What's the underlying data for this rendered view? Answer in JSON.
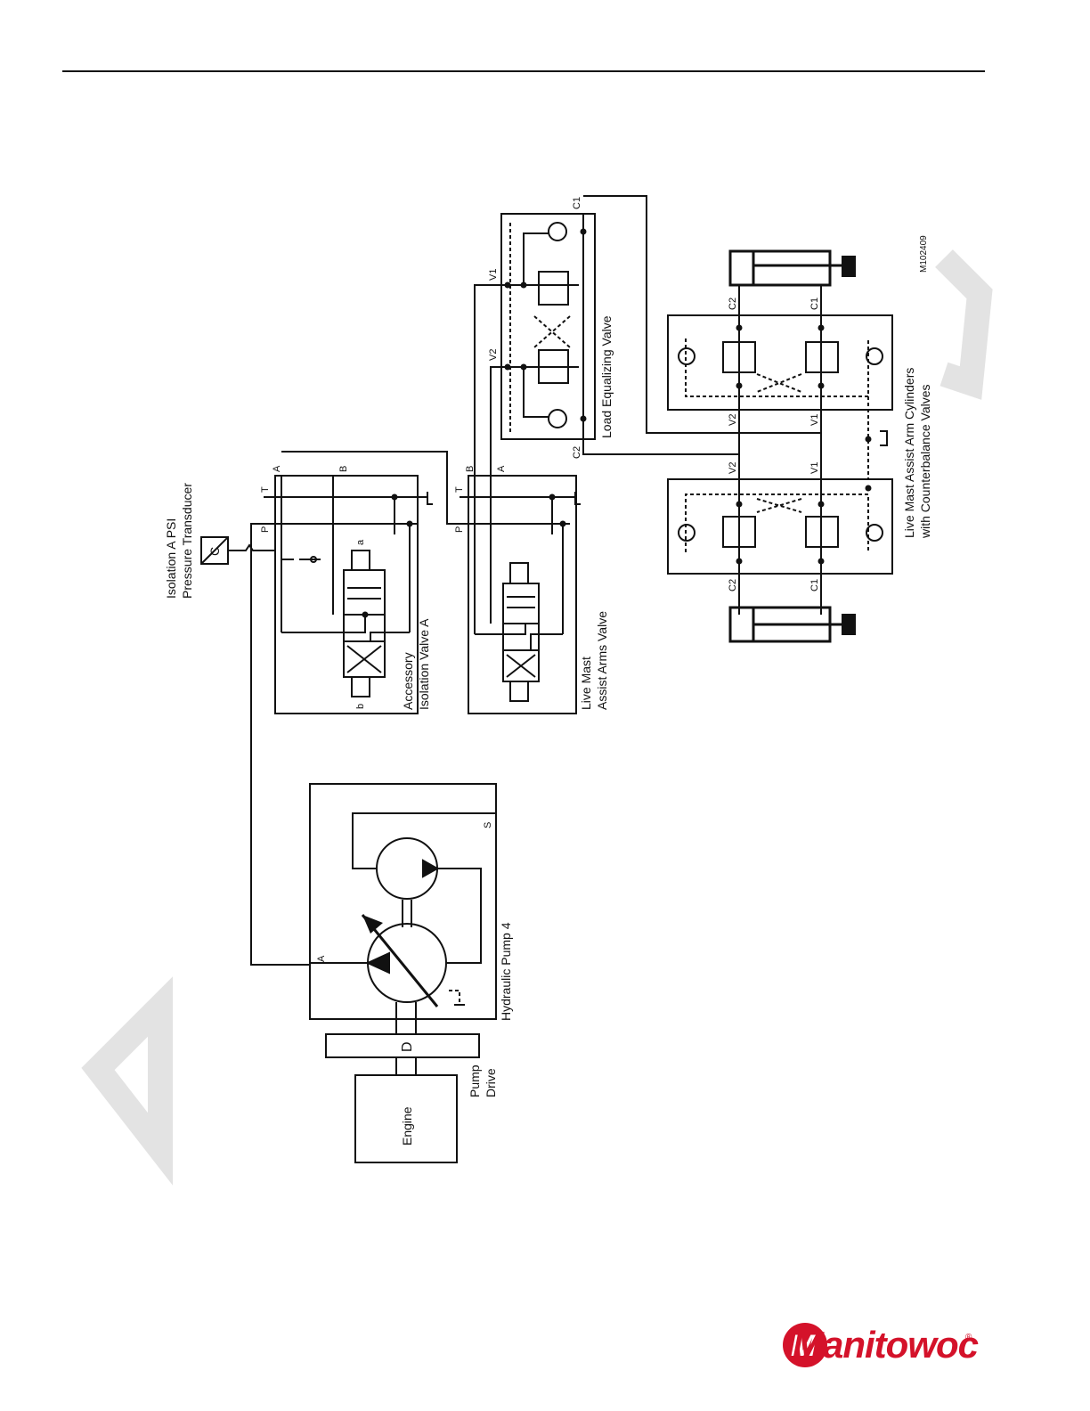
{
  "diagram": {
    "figure_id": "M102409",
    "labels": {
      "transducer_line1": "Isolation A PSI",
      "transducer_line2": "Pressure Transducer",
      "iso_valve_line1": "Accessory",
      "iso_valve_line2": "Isolation Valve A",
      "assist_valve_line1": "Live Mast",
      "assist_valve_line2": "Assist Arms Valve",
      "load_eq_valve": "Load Equalizing Valve",
      "cylinders_line1": "Live Mast Assist Arm Cylinders",
      "cylinders_line2": "with Counterbalance Valves",
      "pump": "Hydraulic Pump 4",
      "pump_drive_line1": "Pump",
      "pump_drive_line2": "Drive",
      "engine": "Engine"
    },
    "ports": {
      "P": "P",
      "T": "T",
      "A": "A",
      "B": "B",
      "C": "C",
      "D": "D",
      "S": "S",
      "V1": "V1",
      "V2": "V2",
      "C1": "C1",
      "C2": "C2",
      "a": "a",
      "b": "b"
    }
  },
  "brand": {
    "logo": "Manitowoc",
    "reg": "®",
    "color": "#d4122a"
  }
}
